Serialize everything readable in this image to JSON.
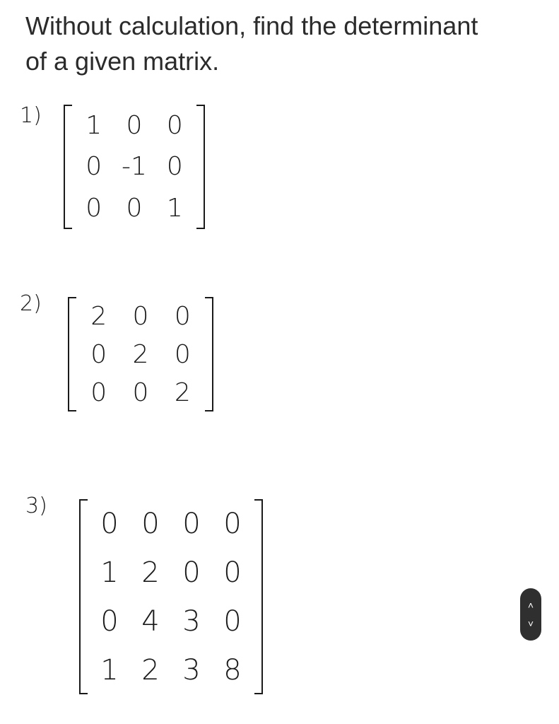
{
  "question": {
    "line1": "Without calculation, find the determinant",
    "line2": "of a given matrix."
  },
  "problems": [
    {
      "label": "1)",
      "rows": [
        [
          "1",
          "0",
          "0"
        ],
        [
          "0",
          "-1",
          "0"
        ],
        [
          "0",
          "0",
          "1"
        ]
      ]
    },
    {
      "label": "2)",
      "rows": [
        [
          "2",
          "0",
          "0"
        ],
        [
          "0",
          "2",
          "0"
        ],
        [
          "0",
          "0",
          "2"
        ]
      ]
    },
    {
      "label": "3)",
      "rows": [
        [
          "0",
          "0",
          "0",
          "0"
        ],
        [
          "1",
          "2",
          "0",
          "0"
        ],
        [
          "0",
          "4",
          "3",
          "0"
        ],
        [
          "1",
          "2",
          "3",
          "8"
        ]
      ]
    }
  ],
  "scroll_widget": {
    "up_icon": "chevron-up-icon",
    "down_icon": "chevron-down-icon",
    "up_glyph": "˄",
    "down_glyph": "˅"
  }
}
